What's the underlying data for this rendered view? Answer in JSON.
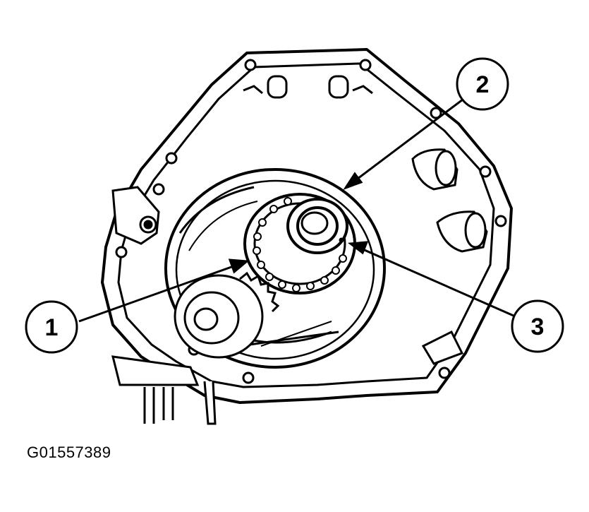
{
  "callouts": [
    {
      "label": "1"
    },
    {
      "label": "2"
    },
    {
      "label": "3"
    }
  ],
  "figure_id": "G01557389",
  "colors": {
    "ink": "#000000",
    "paper": "#ffffff"
  }
}
